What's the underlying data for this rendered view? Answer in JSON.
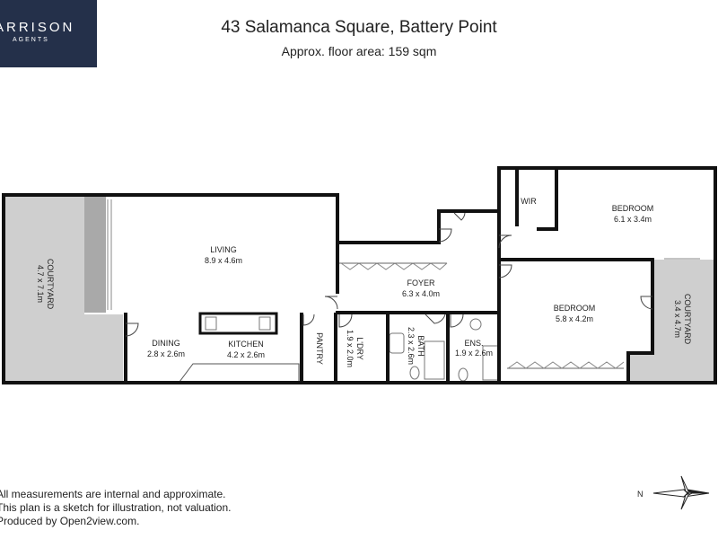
{
  "brand": {
    "name": "ARRISON",
    "tagline": "AGENTS"
  },
  "header": {
    "title": "43 Salamanca Square, Battery Point",
    "subtitle": "Approx. floor area: 159 sqm"
  },
  "rooms": {
    "courtyard_left": {
      "name": "COURTYARD",
      "size": "4.7 x 7.1m"
    },
    "living": {
      "name": "LIVING",
      "size": "8.9 x 4.6m"
    },
    "dining": {
      "name": "DINING",
      "size": "2.8 x 2.6m"
    },
    "kitchen": {
      "name": "KITCHEN",
      "size": "4.2 x 2.6m"
    },
    "pantry": {
      "name": "PANTRY"
    },
    "laundry": {
      "name": "L'DRY",
      "size": "1.9 x 2.0m"
    },
    "bath": {
      "name": "BATH",
      "size": "2.3 x 2.6m"
    },
    "ensuite": {
      "name": "ENS.",
      "size": "1.9 x 2.6m"
    },
    "foyer": {
      "name": "FOYER",
      "size": "6.3 x 4.0m"
    },
    "wir": {
      "name": "WIR"
    },
    "bedroom1": {
      "name": "BEDROOM",
      "size": "6.1 x 3.4m"
    },
    "bedroom2": {
      "name": "BEDROOM",
      "size": "5.8 x 4.2m"
    },
    "courtyard_right": {
      "name": "COURTYARD",
      "size": "3.4 x 4.7m"
    }
  },
  "disclaimer": [
    "All measurements are internal and approximate.",
    "This plan is a sketch for illustration, not valuation.",
    "Produced by Open2view.com."
  ],
  "compass": {
    "label": "N"
  },
  "colors": {
    "wall": "#111111",
    "courtyard": "#cfcfcf",
    "logo_bg": "#24304a",
    "fixture": "#777777"
  }
}
